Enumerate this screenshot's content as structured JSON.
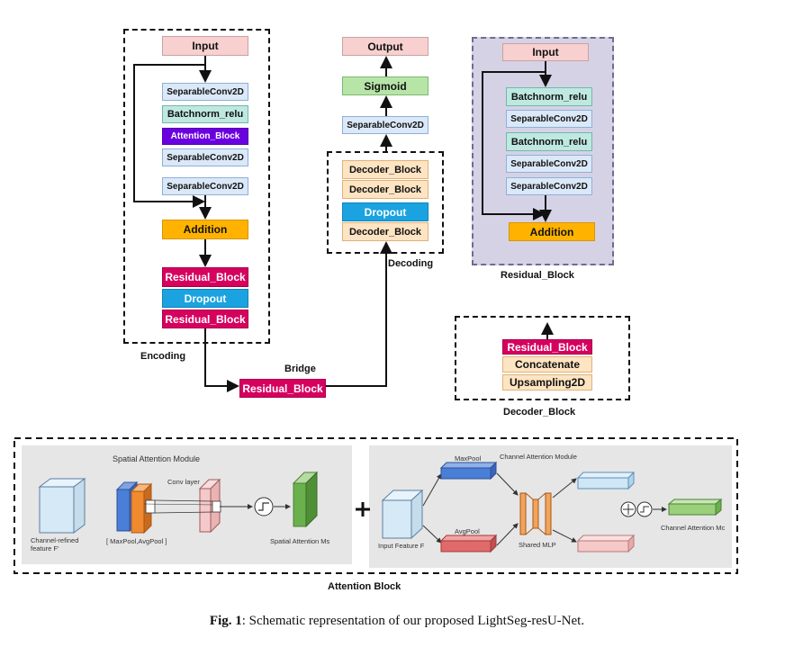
{
  "encoding": {
    "title": "Encoding",
    "blocks": [
      "Input",
      "SeparableConv2D",
      "Batchnorm_relu",
      "Attention_Block",
      "SeparableConv2D",
      "SeparableConv2D",
      "Addition",
      "Residual_Block",
      "Dropout",
      "Residual_Block"
    ]
  },
  "bridge": {
    "title": "Bridge",
    "block": "Residual_Block"
  },
  "decoding": {
    "title": "Decoding",
    "top_blocks": [
      "Output",
      "Sigmoid",
      "SeparableConv2D"
    ],
    "blocks": [
      "Decoder_Block",
      "Decoder_Block",
      "Dropout",
      "Decoder_Block"
    ]
  },
  "residual_block": {
    "title": "Residual_Block",
    "blocks": [
      "Input",
      "Batchnorm_relu",
      "SeparableConv2D",
      "Batchnorm_relu",
      "SeparableConv2D",
      "SeparableConv2D",
      "Addition"
    ]
  },
  "decoder_block": {
    "title": "Decoder_Block",
    "blocks": [
      "Residual_Block",
      "Concatenate",
      "Upsampling2D"
    ]
  },
  "attention": {
    "title": "Attention Block",
    "spatial": {
      "title": "Spatial Attention Module",
      "conv_layer": "Conv layer",
      "input_label": "Channel-refined feature F′",
      "pool_label": "[ MaxPool,AvgPool ]",
      "output_label": "Spatial Attention Ms"
    },
    "plus": "+",
    "channel": {
      "title": "Channel Attention Module",
      "maxpool": "MaxPool",
      "avgpool": "AvgPool",
      "input_label": "Input Feature F",
      "mlp_label": "Shared MLP",
      "output_label": "Channel Attention Mc"
    }
  },
  "caption": {
    "fig": "Fig. 1",
    "text": ": Schematic representation of our proposed LightSeg-resU-Net."
  }
}
